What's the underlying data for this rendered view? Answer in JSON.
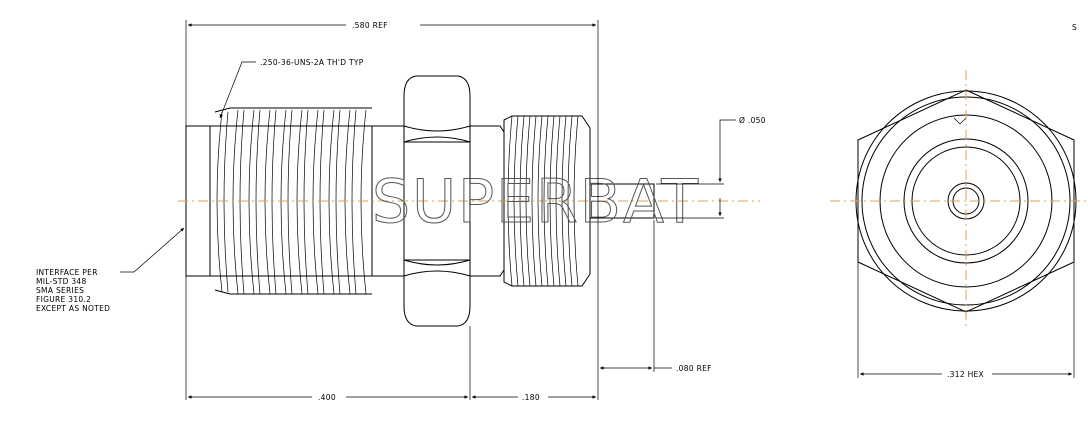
{
  "dimensions": {
    "overall_length": ".580 REF",
    "thread_spec": ".250-36-UNS-2A TH'D TYP",
    "diameter": "Ø .050",
    "pin_length": ".080 REF",
    "left_length": ".400",
    "right_length": ".180",
    "hex_size": ".312 HEX"
  },
  "note": {
    "lines": [
      "INTERFACE PER",
      "MIL-STD 348",
      "SMA SERIES",
      "FIGURE 310.2",
      "EXCEPT AS NOTED"
    ]
  },
  "watermark": "SUPERBAT",
  "corner_fragment": "S"
}
